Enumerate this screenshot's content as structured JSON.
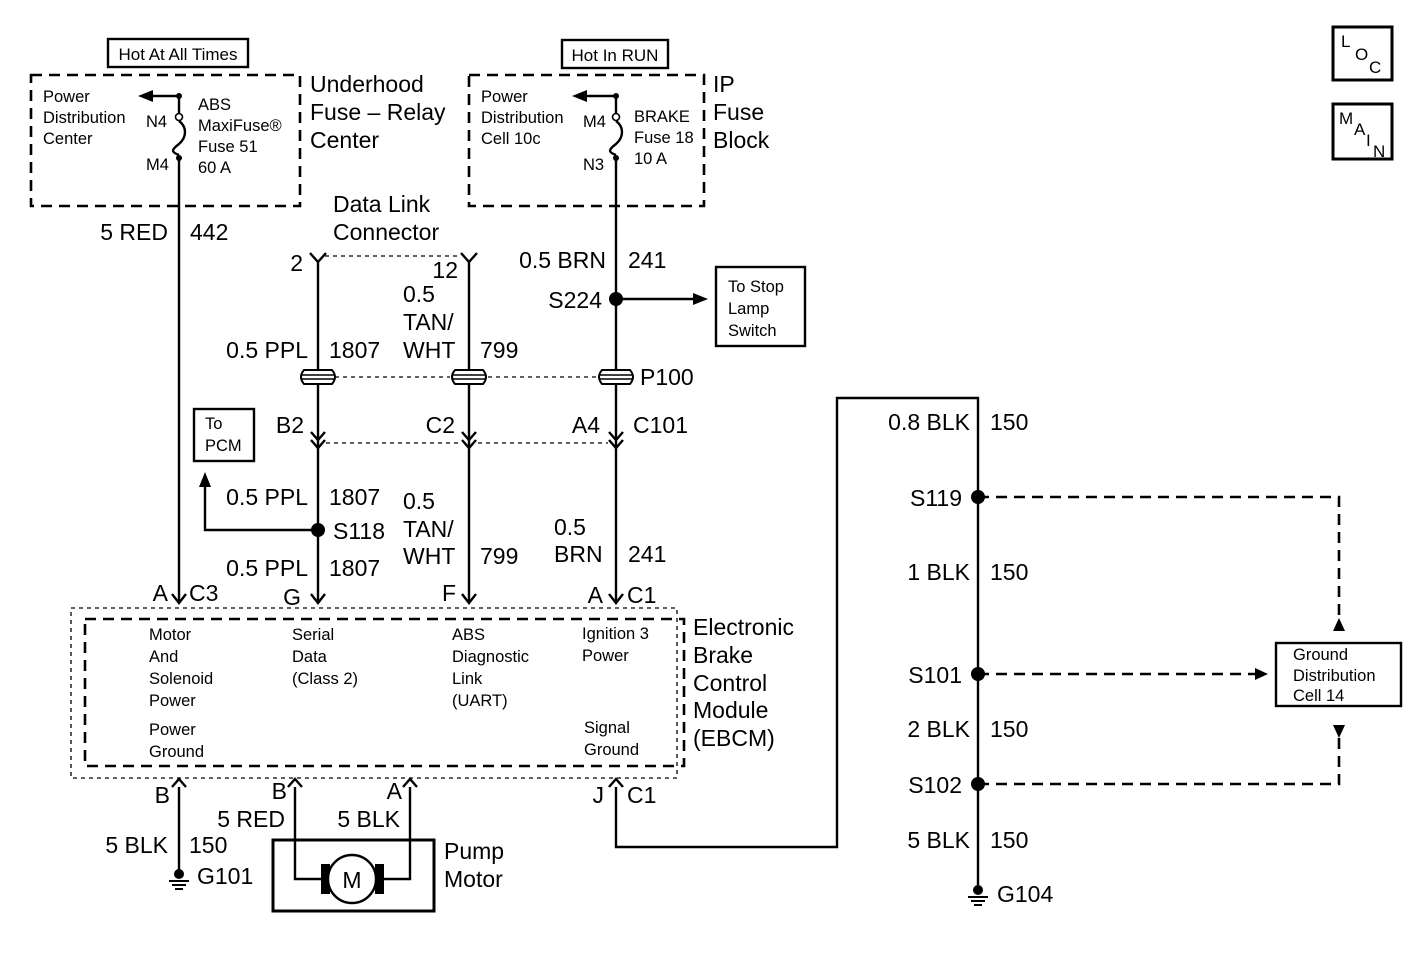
{
  "left_feed": {
    "tag": "Hot At All Times",
    "unit_name": [
      "Underhood",
      "Fuse – Relay",
      "Center"
    ],
    "pdc": [
      "Power",
      "Distribution",
      "Center"
    ],
    "fuse": [
      "ABS",
      "MaxiFuse®",
      "Fuse 51",
      "60 A"
    ],
    "pin_top": "N4",
    "pin_bottom": "M4",
    "wire_size": "5 RED",
    "wire_circuit": "442"
  },
  "right_feed": {
    "tag": "Hot In RUN",
    "unit_name": [
      "IP",
      "Fuse",
      "Block"
    ],
    "pdc": [
      "Power",
      "Distribution",
      "Cell 10c"
    ],
    "fuse": [
      "BRAKE",
      "Fuse 18",
      "10 A"
    ],
    "pin_top": "M4",
    "pin_bottom": "N3",
    "wire_size": "0.5 BRN",
    "wire_circuit": "241"
  },
  "nav": {
    "loc": [
      "L",
      "O",
      "C"
    ],
    "main": [
      "M",
      "A",
      "I",
      "N"
    ]
  },
  "dlc": {
    "title": [
      "Data Link",
      "Connector"
    ],
    "pin_2": "2",
    "pin_12": "12",
    "ppl_size": "0.5 PPL",
    "ppl_circuit": "1807",
    "tan_size": [
      "0.5",
      "TAN/",
      "WHT"
    ],
    "tan_circuit": "799"
  },
  "splice_s224": "S224",
  "stop_lamp": [
    "To Stop",
    "Lamp",
    "Switch"
  ],
  "p100": "P100",
  "c101": {
    "label": "C101",
    "pin_b2": "B2",
    "pin_c2": "C2",
    "pin_a4": "A4"
  },
  "to_pcm": [
    "To",
    "PCM"
  ],
  "lower": {
    "ppl_size_1": "0.5 PPL",
    "ppl_circuit_1": "1807",
    "s118": "S118",
    "ppl_size_2": "0.5 PPL",
    "ppl_circuit_2": "1807",
    "tan_size": [
      "0.5",
      "TAN/",
      "WHT"
    ],
    "tan_circuit": "799",
    "brn_size": [
      "0.5",
      "BRN"
    ],
    "brn_circuit": "241"
  },
  "ebcm": {
    "title": [
      "Electronic",
      "Brake",
      "Control",
      "Module",
      "(EBCM)"
    ],
    "conn_c3": "C3",
    "conn_c1": "C1",
    "pin_a_c3": "A",
    "pin_g": "G",
    "pin_f": "F",
    "pin_a_c1": "A",
    "func_motor": [
      "Motor",
      "And",
      "Solenoid",
      "Power"
    ],
    "func_serial": [
      "Serial",
      "Data",
      "(Class 2)"
    ],
    "func_abs": [
      "ABS",
      "Diagnostic",
      "Link",
      "(UART)"
    ],
    "func_ign": [
      "Ignition 3",
      "Power"
    ],
    "func_pgnd": [
      "Power",
      "Ground"
    ],
    "func_sgnd": [
      "Signal",
      "Ground"
    ],
    "pin_b_bottom": "B",
    "pin_j_bottom": "J",
    "conn_c1_bottom": "C1"
  },
  "ground_left": {
    "wire_size": "5 BLK",
    "wire_circuit": "150",
    "ground": "G101"
  },
  "pump": {
    "pin_b": "B",
    "pin_a": "A",
    "wire_b": "5 RED",
    "wire_a": "5 BLK",
    "motor_symbol": "M",
    "title": [
      "Pump",
      "Motor"
    ]
  },
  "ground_right": {
    "w1_size": "0.8 BLK",
    "w1_circuit": "150",
    "s119": "S119",
    "w2_size": "1 BLK",
    "w2_circuit": "150",
    "s101": "S101",
    "w3_size": "2 BLK",
    "w3_circuit": "150",
    "s102": "S102",
    "w4_size": "5 BLK",
    "w4_circuit": "150",
    "ground": "G104",
    "gdc": [
      "Ground",
      "Distribution",
      "Cell 14"
    ]
  }
}
